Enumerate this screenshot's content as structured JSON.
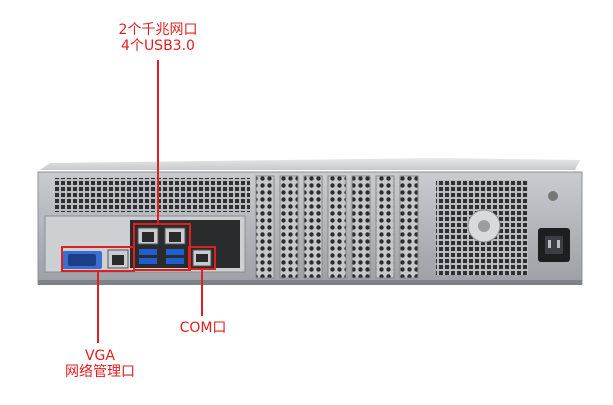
{
  "annotations": {
    "top_line1": "2个千兆网口",
    "top_line2": "4个USB3.0",
    "com": "COM口",
    "vga": "VGA",
    "net_mgmt": "网络管理口"
  },
  "colors": {
    "accent": "#e0201e",
    "chassis": "#9ea3a8",
    "chassis_dark": "#6f7479",
    "io_plate": "#2a2b2d",
    "background": "#ffffff"
  },
  "icons": [
    "vga-port",
    "rj45-port",
    "usb-port",
    "com-port",
    "power-inlet",
    "fan-grille",
    "pcie-slot-cover"
  ]
}
